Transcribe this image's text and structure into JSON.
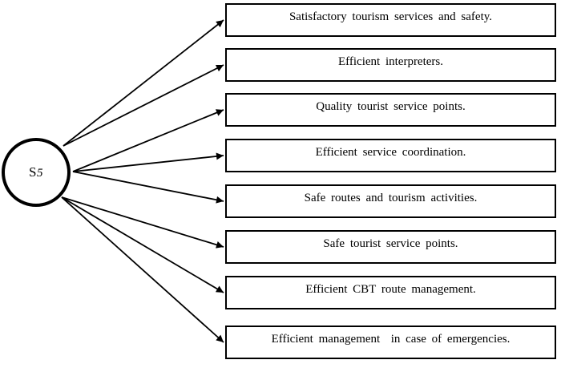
{
  "diagram": {
    "source": {
      "label": "S5",
      "label_prefix": "S",
      "label_index": "5"
    },
    "boxes": [
      {
        "label": "Satisfactory tourism services and safety."
      },
      {
        "label": "Efficient interpreters."
      },
      {
        "label": "Quality tourist service points."
      },
      {
        "label": "Efficient service coordination."
      },
      {
        "label": "Safe routes and tourism activities."
      },
      {
        "label": "Safe tourist service points."
      },
      {
        "label": "Efficient CBT route management."
      },
      {
        "label": "Efficient management  in case of emergencies."
      }
    ],
    "colors": {
      "line": "#000000",
      "box_border": "#000000",
      "background": "#ffffff"
    }
  }
}
